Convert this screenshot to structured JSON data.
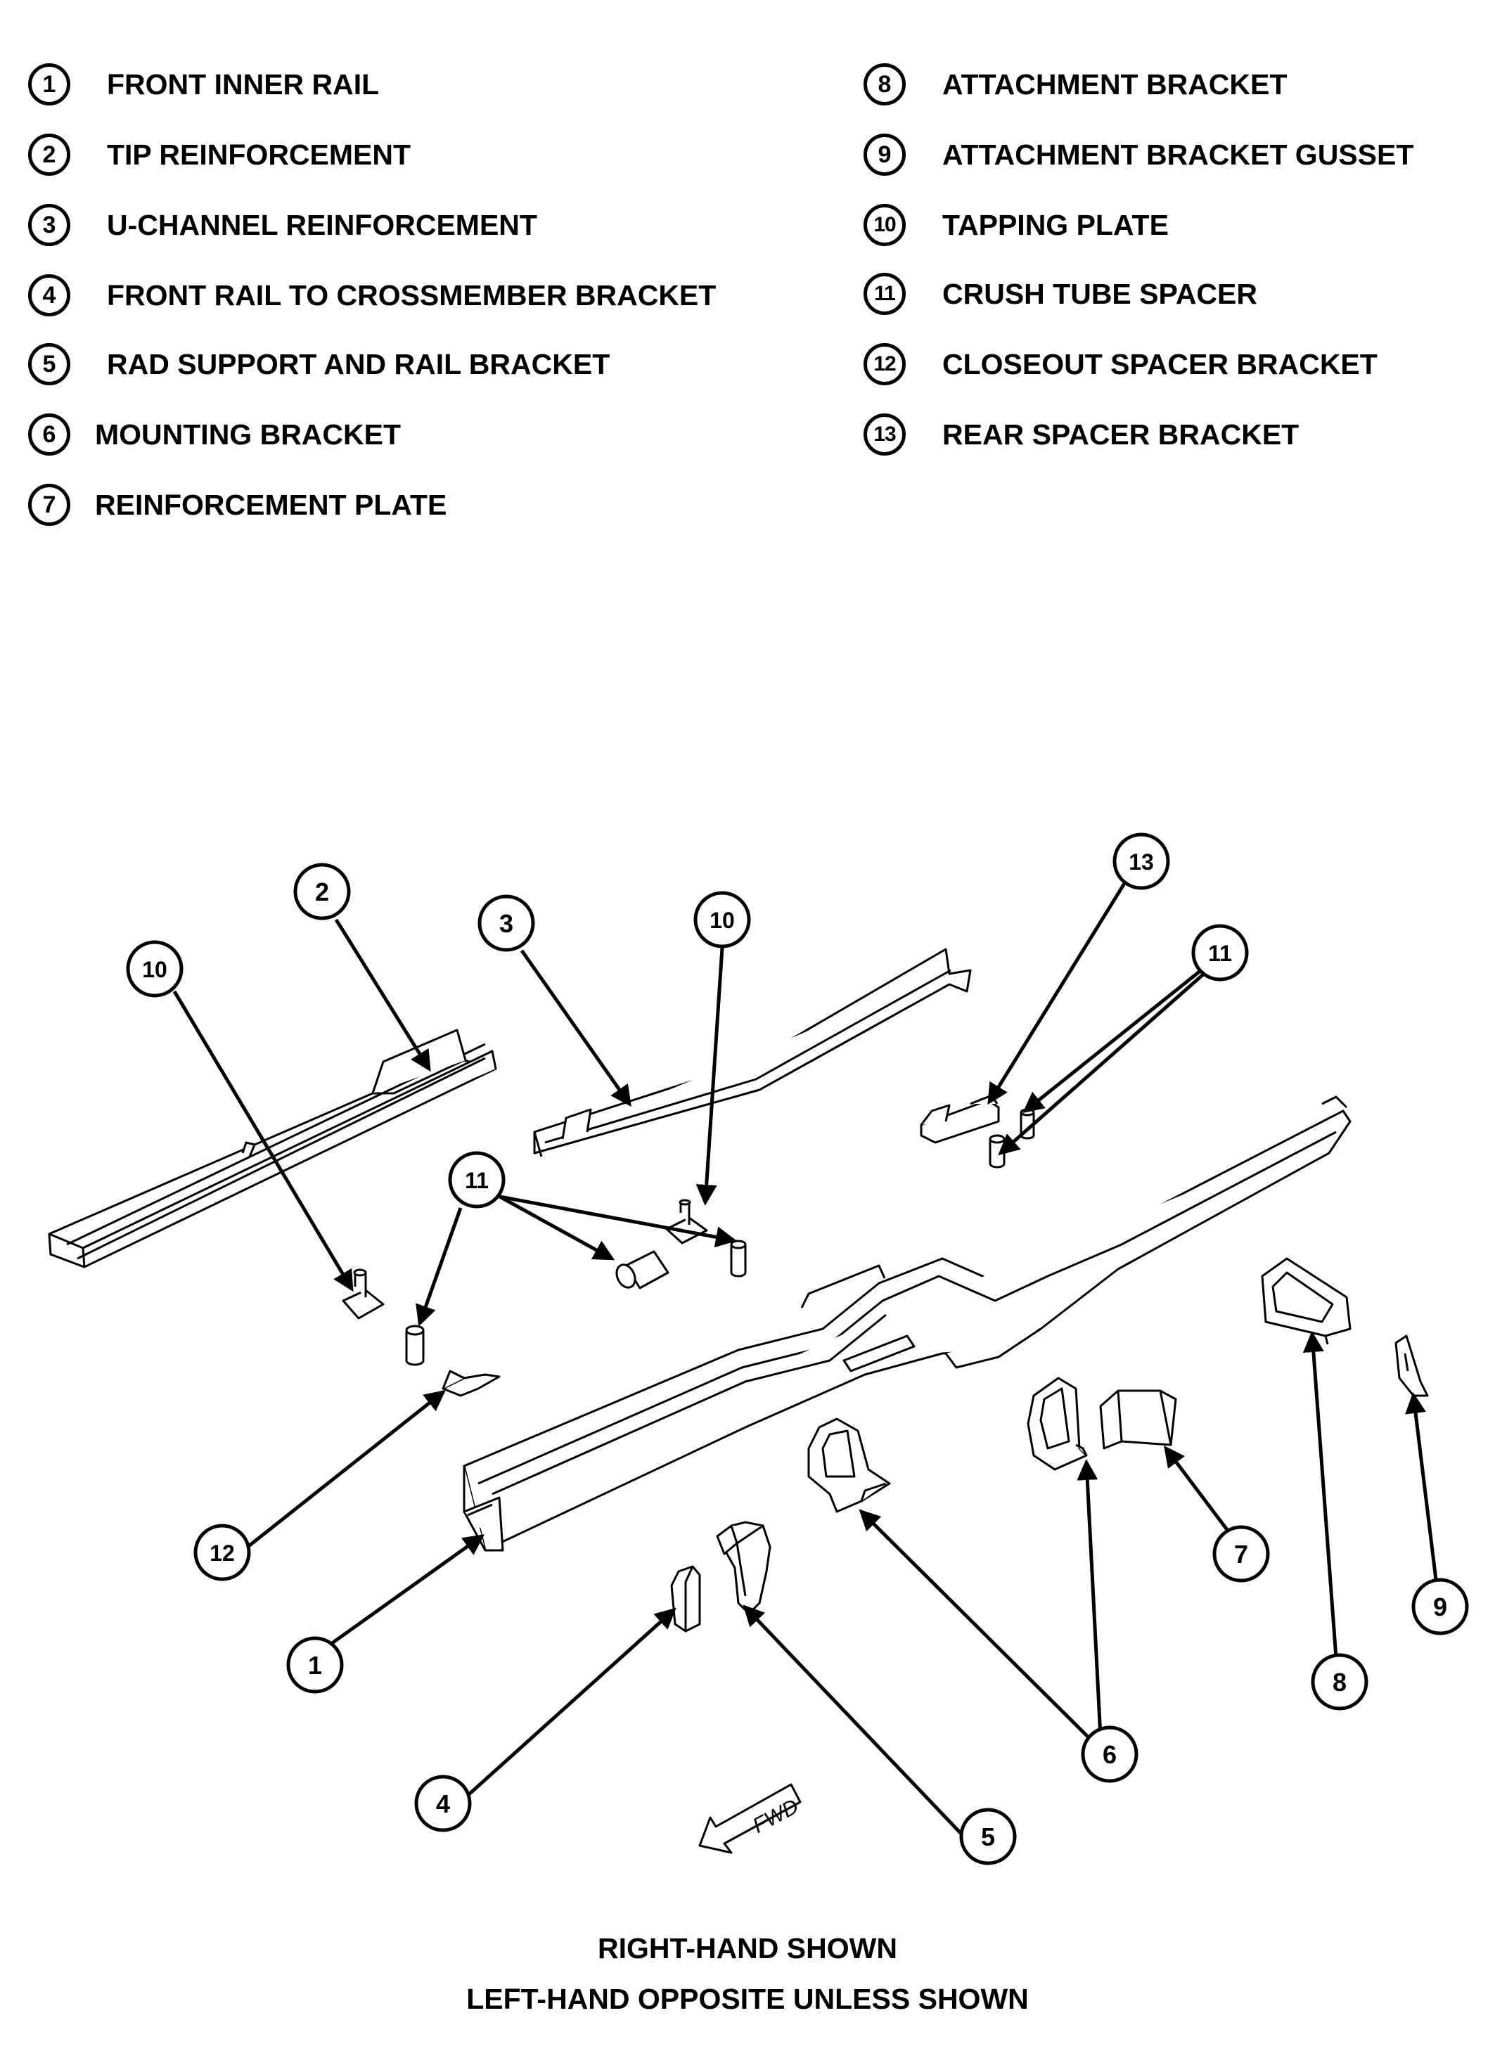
{
  "legend": {
    "left": [
      {
        "num": "1",
        "label": "FRONT INNER RAIL"
      },
      {
        "num": "2",
        "label": "TIP REINFORCEMENT"
      },
      {
        "num": "3",
        "label": "U-CHANNEL REINFORCEMENT"
      },
      {
        "num": "4",
        "label": "FRONT RAIL TO CROSSMEMBER BRACKET"
      },
      {
        "num": "5",
        "label": "RAD SUPPORT AND RAIL BRACKET"
      },
      {
        "num": "6",
        "label": "MOUNTING BRACKET"
      },
      {
        "num": "7",
        "label": "REINFORCEMENT PLATE"
      }
    ],
    "right": [
      {
        "num": "8",
        "label": "ATTACHMENT BRACKET"
      },
      {
        "num": "9",
        "label": "ATTACHMENT BRACKET GUSSET"
      },
      {
        "num": "10",
        "label": "TAPPING PLATE"
      },
      {
        "num": "11",
        "label": "CRUSH TUBE SPACER"
      },
      {
        "num": "12",
        "label": "CLOSEOUT SPACER BRACKET"
      },
      {
        "num": "13",
        "label": "REAR SPACER BRACKET"
      }
    ]
  },
  "callouts": [
    "1",
    "2",
    "3",
    "4",
    "5",
    "6",
    "7",
    "8",
    "9",
    "10",
    "10",
    "11",
    "11",
    "12",
    "13"
  ],
  "fwd_label": "FWD",
  "caption": {
    "line1": "RIGHT-HAND SHOWN",
    "line2": "LEFT-HAND OPPOSITE UNLESS SHOWN"
  }
}
